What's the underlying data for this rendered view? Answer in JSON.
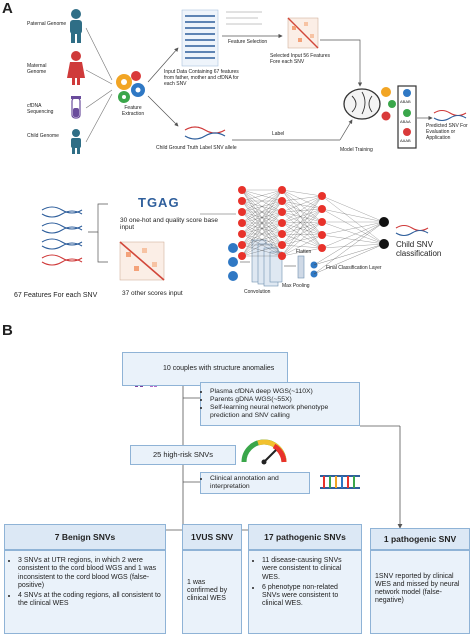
{
  "panel_a": {
    "label": "A",
    "inputs": {
      "paternal": "Paternal Genome",
      "maternal": "Maternal Genome",
      "cfdna": "cfDNA Sequencing",
      "child": "Child Genome"
    },
    "feature_extraction": "Feature Extraction",
    "input_data": "Input Data Containing 67 features from father, mother and cfDNA for each SNV",
    "feature_selection": "Feature Selection",
    "selected_input": "Selected Input 56 Features Fore each SNV",
    "ground_truth": "Child Ground Truth Label SNV allele",
    "label_text": "Label",
    "model_training": "Model Training",
    "predicted": "Predicted SNV For Evaluation or Application",
    "stack_labels": [
      "ABAB",
      "ABAA",
      "AAAB"
    ],
    "onehot": "30 one-hot and quality score base input",
    "other_scores": "37 other scores input",
    "features_each": "67 Features For each SNV",
    "convolution": "Convolution",
    "max_pooling": "Max Pooling",
    "flatten": "Flatten",
    "final_layer": "Final Classification Layer",
    "child_snv": "Child SNV classification",
    "logo_letters": "TGAG"
  },
  "panel_b": {
    "label": "B",
    "couples": "10 couples with structure anomalies",
    "methods": [
      "Plasma cfDNA deep WGS(~110X)",
      "Parents gDNA WGS(~55X)",
      "Self-learning neural network phenotype prediction and SNV calling"
    ],
    "high_risk": "25 high-risk SNVs",
    "annotation": "Clinical annotation and interpretation",
    "categories": [
      {
        "title": "7 Benign SNVs",
        "items": [
          "3 SNVs at UTR regions, in which 2 were consistent to the cord blood WGS and 1 was inconsistent to the cord blood WGS (false-positive)",
          "4 SNVs at the coding regions, all consistent to the clinical WES"
        ]
      },
      {
        "title": "1VUS SNV",
        "items": [
          "1 was confirmed by clinical WES"
        ]
      },
      {
        "title": "17 pathogenic SNVs",
        "items": [
          "11 disease-causing SNVs were consistent to clinical WES.",
          "6 phenotype non-related SNVs were consistent to clinical WES."
        ]
      },
      {
        "title": "1 pathogenic SNV",
        "items": [
          "1SNV reported by clinical WES and missed by neural network model (false-negative)"
        ]
      }
    ]
  },
  "colors": {
    "box_fill": "#eaf2fa",
    "box_border": "#8fb3d6",
    "neuron_red": "#e8322b",
    "neuron_black": "#111111",
    "conv_blue": "#2f78c4",
    "arrow": "#555555",
    "person_teal": "#2f6e86",
    "person_red": "#cf3a3a",
    "couple_purple": "#7b3fa0"
  }
}
